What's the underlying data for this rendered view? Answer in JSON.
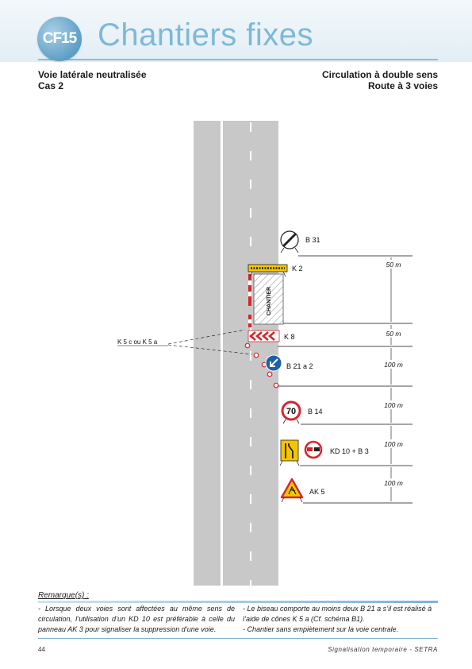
{
  "header": {
    "code": "CF15",
    "title": "Chantiers fixes",
    "subtitle_left": [
      "Voie latérale neutralisée",
      "Cas 2"
    ],
    "subtitle_right": [
      "Circulation à double sens",
      "Route à 3 voies"
    ]
  },
  "diagram": {
    "work_zone_label": "CHANTIER",
    "cones_label": "K 5 c ou K 5 a",
    "signs": [
      {
        "code": "B 31",
        "icon": "end-of-restrictions-icon"
      },
      {
        "code": "K 2",
        "icon": "work-zone-barrier-icon"
      },
      {
        "code": "K 8",
        "icon": "chevron-board-icon"
      },
      {
        "code": "B 21 a 2",
        "icon": "keep-left-arrow-icon"
      },
      {
        "code": "B 14",
        "icon": "speed-limit-icon",
        "value": "70"
      },
      {
        "code": "KD 10 + B 3",
        "icon": "lane-reduction-icon"
      },
      {
        "code": "AK 5",
        "icon": "roadworks-warning-icon"
      }
    ],
    "distances": [
      "50 m",
      "50 m",
      "100 m",
      "100 m",
      "100 m",
      "100 m"
    ]
  },
  "colors": {
    "accent": "#7fb8d8",
    "road": "#c8c8c8",
    "sign_red": "#d6262e",
    "sign_blue": "#1f5fa8",
    "sign_yellow": "#f4c600"
  },
  "remarks": {
    "title": "Remarque(s) :",
    "left": "- Lorsque deux voies sont affectées au même sens de circulation, l’utilisation d’un KD 10 est préférable à celle du panneau AK 3 pour signaliser la suppression d’une voie.",
    "right_1": "- Le biseau comporte au moins deux B 21 a s’il est réalisé à l’aide de cônes K 5 a (Cf. schéma B1).",
    "right_2": "- Chantier sans empiètement sur la voie centrale."
  },
  "footer": {
    "page": "44",
    "source": "Signalisation temporaire - SETRA"
  }
}
